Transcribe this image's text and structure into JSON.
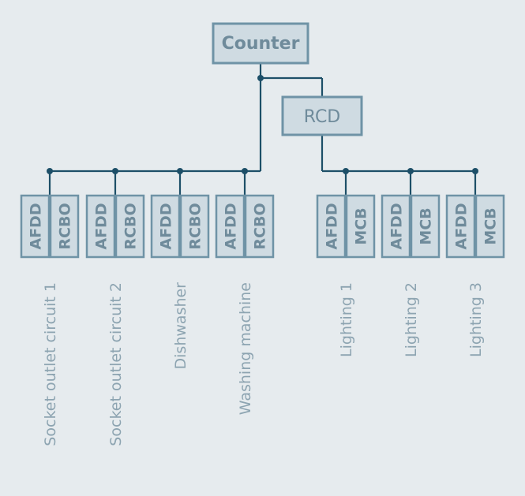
{
  "top_box": {
    "label": "Counter"
  },
  "rcd_box": {
    "label": "RCD"
  },
  "left_groups": [
    {
      "device_a": "AFDD",
      "device_b": "RCBO",
      "label": "Socket outlet circuit  1"
    },
    {
      "device_a": "AFDD",
      "device_b": "RCBO",
      "label": "Socket outlet circuit  2"
    },
    {
      "device_a": "AFDD",
      "device_b": "RCBO",
      "label": "Dishwasher"
    },
    {
      "device_a": "AFDD",
      "device_b": "RCBO",
      "label": "Washing machine"
    }
  ],
  "right_groups": [
    {
      "device_a": "AFDD",
      "device_b": "MCB",
      "label": "Lighting 1"
    },
    {
      "device_a": "AFDD",
      "device_b": "MCB",
      "label": "Lighting 2"
    },
    {
      "device_a": "AFDD",
      "device_b": "MCB",
      "label": "Lighting 3"
    }
  ],
  "colors": {
    "line": "#1d4f68",
    "box_border": "#6f93a6",
    "box_fill": "#cfdbe2",
    "box_text": "#6f8b9b",
    "label_text": "#8da4b1",
    "background": "#e6ebee"
  }
}
